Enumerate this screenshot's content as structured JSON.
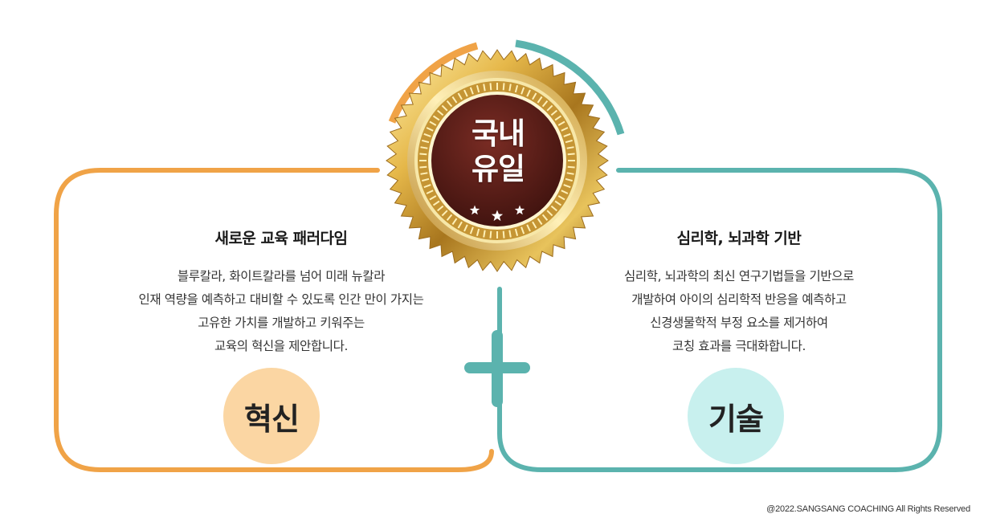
{
  "medal": {
    "line1": "국내",
    "line2": "유일"
  },
  "left_panel": {
    "title": "새로운 교육 패러다임",
    "lines": [
      "블루칼라, 화이트칼라를 넘어 미래 뉴칼라",
      "인재 역량을 예측하고 대비할 수 있도록 인간 만이 가지는",
      "고유한 가치를 개발하고 키워주는",
      "교육의 혁신을 제안합니다."
    ],
    "badge": "혁신",
    "color": "#F0A347",
    "badge_color": "#FBD6A3"
  },
  "right_panel": {
    "title": "심리학, 뇌과학 기반",
    "lines": [
      "심리학, 뇌과학의 최신 연구기법들을 기반으로",
      "개발하여 아이의 심리학적 반응을 예측하고",
      "신경생물학적 부정 요소를 제거하여",
      "코칭 효과를 극대화합니다."
    ],
    "badge": "기술",
    "color": "#5BB3AE",
    "badge_color": "#C8F0EE"
  },
  "footer": {
    "copyright": "@2022.SANGSANG COACHING All Rights Reserved"
  }
}
